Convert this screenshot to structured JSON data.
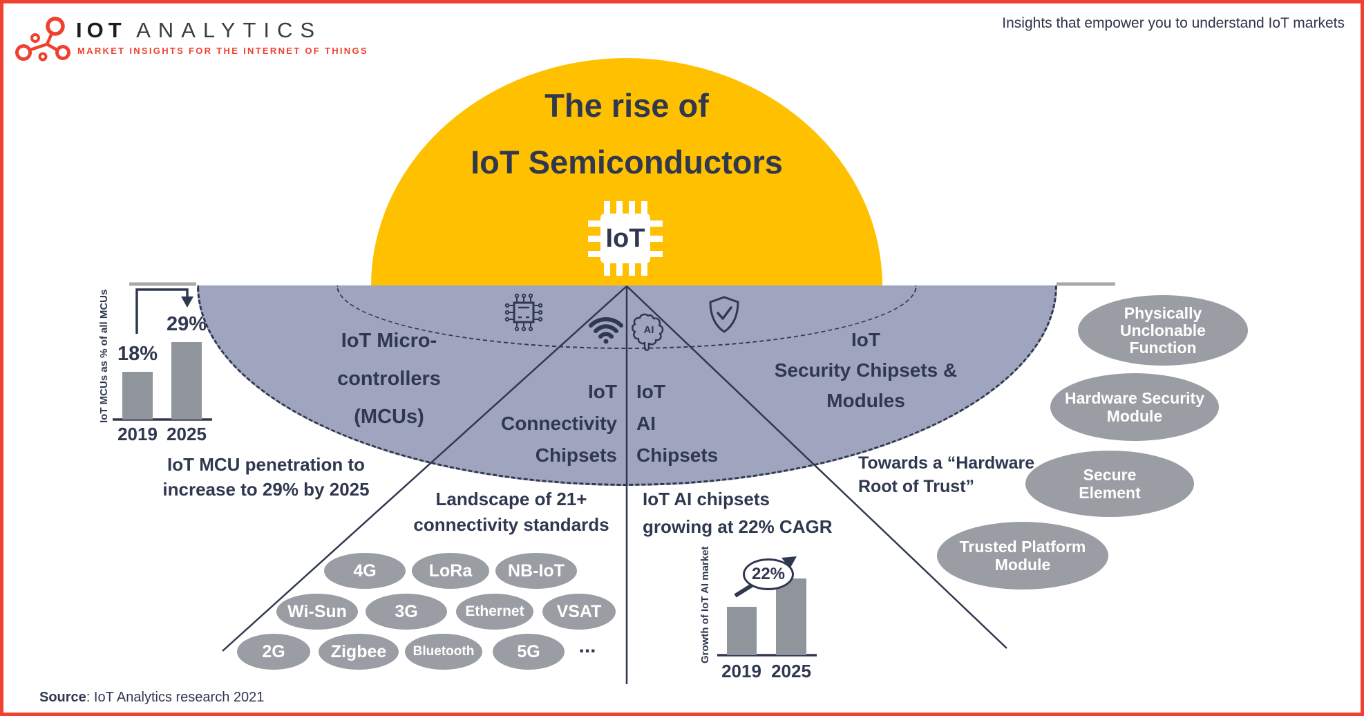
{
  "colors": {
    "accent_red": "#F0402F",
    "dome_yellow": "#FFC000",
    "dome_lavender": "#A0A5BF",
    "navy_text": "#303850",
    "shape_gray": "#9A9DA3",
    "bar_gray": "#90949B"
  },
  "header": {
    "logo": {
      "name_bold": "IOT",
      "name_light": "ANALYTICS",
      "tagline": "MARKET INSIGHTS FOR THE INTERNET OF THINGS"
    },
    "slogan": "Insights that empower you to understand IoT markets"
  },
  "hero": {
    "title_line1": "The rise of",
    "title_line2": "IoT Semiconductors",
    "chip_label": "IoT"
  },
  "dome": {
    "sections": {
      "mcu": {
        "lines": [
          "IoT Micro-",
          "controllers",
          "(MCUs)"
        ]
      },
      "connectivity": {
        "lines": [
          "IoT",
          "Connectivity",
          "Chipsets"
        ]
      },
      "ai": {
        "lines": [
          "IoT",
          "AI",
          "Chipsets"
        ]
      },
      "security": {
        "lines": [
          "IoT",
          "Security Chipsets &",
          "Modules"
        ]
      }
    },
    "icons": [
      "microchip-icon",
      "wifi-icon",
      "ai-brain-icon",
      "shield-check-icon"
    ]
  },
  "mcu_chart": {
    "ylabel": "IoT MCUs as % of all MCUs",
    "bars": [
      {
        "year": "2019",
        "label": "18%"
      },
      {
        "year": "2025",
        "label": "29%"
      }
    ],
    "caption": [
      "IoT MCU penetration to",
      "increase to 29% by 2025"
    ]
  },
  "connectivity": {
    "caption": [
      "Landscape of 21+",
      "connectivity standards"
    ],
    "standards": [
      "4G",
      "LoRa",
      "NB-IoT",
      "Wi-Sun",
      "3G",
      "Ethernet",
      "VSAT",
      "2G",
      "Zigbee",
      "Bluetooth",
      "5G"
    ],
    "more": "..."
  },
  "ai_chart": {
    "ylabel": "Growth of IoT AI market",
    "badge": "22%",
    "bars": [
      {
        "year": "2019"
      },
      {
        "year": "2025"
      }
    ],
    "caption": [
      "IoT AI chipsets",
      "growing at 22% CAGR"
    ]
  },
  "security": {
    "caption": [
      "Towards a “Hardware",
      "Root of Trust”"
    ],
    "modules": [
      {
        "lines": [
          "Physically",
          "Unclonable",
          "Function"
        ]
      },
      {
        "lines": [
          "Hardware Security",
          "Module"
        ]
      },
      {
        "lines": [
          "Secure",
          "Element"
        ]
      },
      {
        "lines": [
          "Trusted Platform",
          "Module"
        ]
      }
    ]
  },
  "footer": {
    "source_bold": "Source",
    "source_text": ": IoT Analytics research 2021"
  },
  "chart_data": [
    {
      "type": "bar",
      "title": "IoT MCU penetration to increase to 29% by 2025",
      "ylabel": "IoT MCUs as % of all MCUs",
      "categories": [
        "2019",
        "2025"
      ],
      "values": [
        18,
        29
      ],
      "unit": "%",
      "data_labels": [
        "18%",
        "29%"
      ],
      "bar_color": "#90949B",
      "grid": false,
      "legend": false
    },
    {
      "type": "bar",
      "title": "IoT AI chipsets growing at 22% CAGR",
      "ylabel": "Growth of IoT AI market",
      "categories": [
        "2019",
        "2025"
      ],
      "values_relative": [
        0.63,
        1.0
      ],
      "annotation": "22%",
      "bar_color": "#90949B",
      "grid": false,
      "legend": false
    }
  ]
}
